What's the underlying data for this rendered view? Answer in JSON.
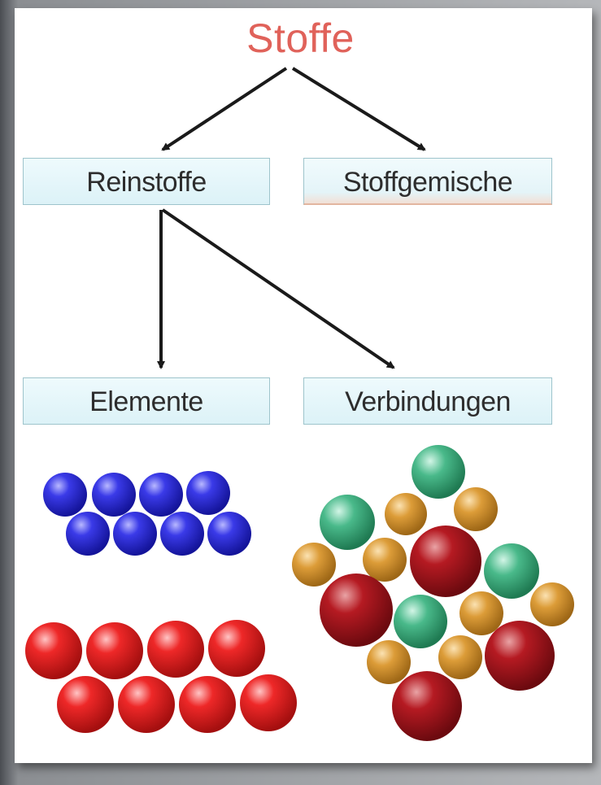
{
  "diagram": {
    "root": "Stoffe",
    "level1": {
      "left": "Reinstoffe",
      "right": "Stoffgemische"
    },
    "level2": {
      "left": "Elemente",
      "right": "Verbindungen"
    }
  },
  "colors": {
    "title": "#e0625a",
    "arrow": "#1a1a1a",
    "box_border": "#9ec4cc",
    "blue_atom": "#2323d6",
    "red_atom": "#e41e1e",
    "green_atom": "#36a873",
    "orange_atom": "#d9952e",
    "darkred_atom": "#a6121a"
  },
  "illustration": {
    "element_samples": [
      "blue-atom-lattice",
      "red-atom-lattice"
    ],
    "compound_sample": "mixed-atom-cluster"
  }
}
